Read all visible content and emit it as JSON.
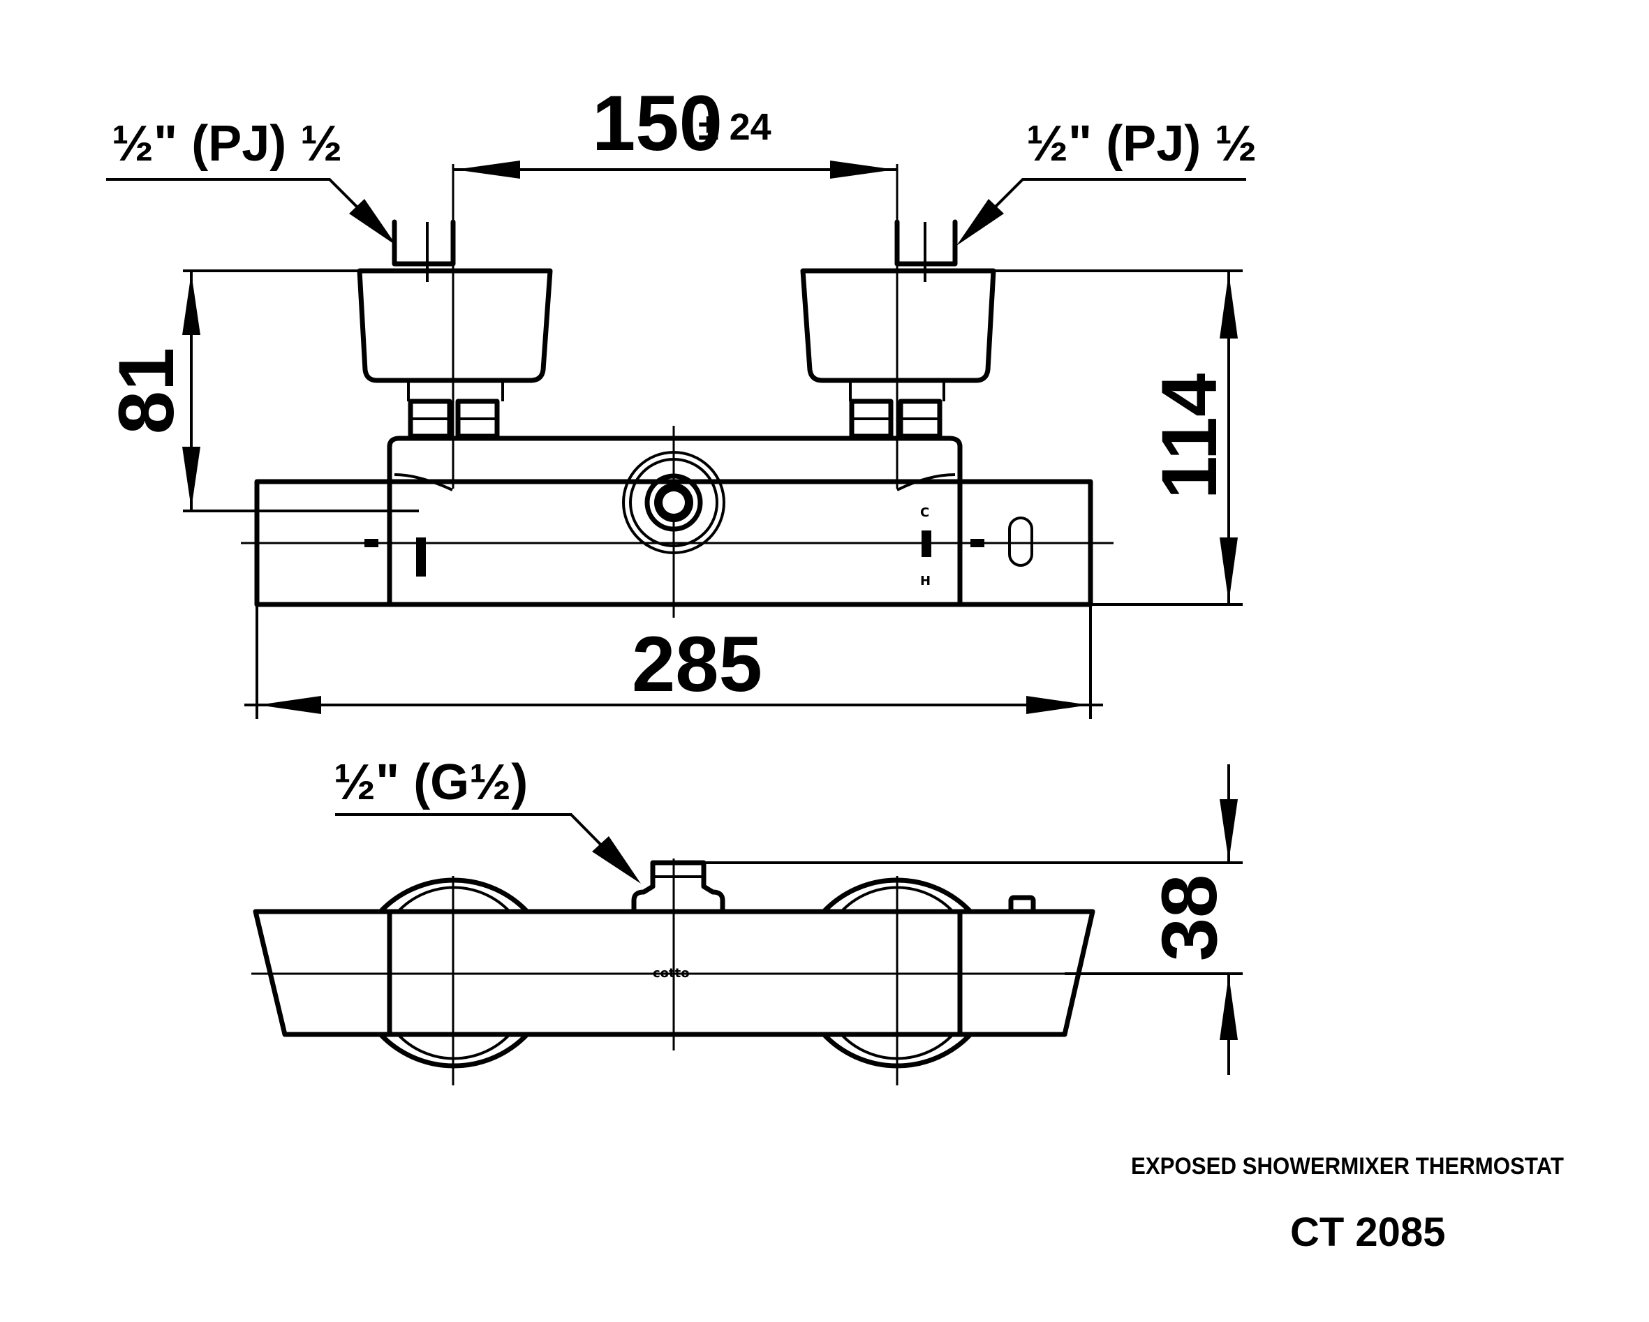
{
  "title_block": {
    "product_name": "EXPOSED SHOWERMIXER THERMOSTAT",
    "model": "CT 2085"
  },
  "top_view": {
    "inlet_label_left": "½\" (PJ) ½",
    "inlet_label_right": "½\" (PJ) ½",
    "center_distance": "150",
    "tolerance": "± 24",
    "height_left": "81",
    "height_right": "114",
    "overall_length": "285",
    "markings": {
      "cold": "C",
      "hot": "H"
    }
  },
  "side_view": {
    "outlet_label": "½\" (G½)",
    "depth": "38",
    "brand_mark": "cotto"
  }
}
